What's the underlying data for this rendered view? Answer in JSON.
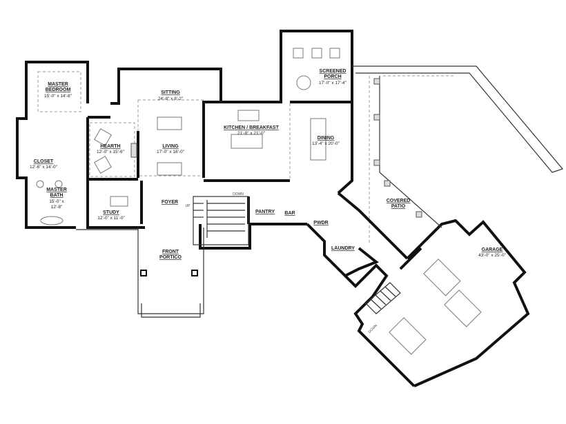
{
  "rooms": {
    "master_bedroom": {
      "name1": "MASTER",
      "name2": "BEDROOM",
      "size": "15'-0\" x 14'-8\""
    },
    "sitting": {
      "name": "SITTING",
      "size": "24'-8\" x 8'-2\""
    },
    "screened_porch": {
      "name1": "SCREENED",
      "name2": "PORCH",
      "size": "17'-0\" x 17'-4\""
    },
    "kitchen": {
      "name": "KITCHEN / BREAKFAST",
      "size": "21'-9\" x 21'-0\""
    },
    "dining": {
      "name": "DINING",
      "size": "13'-4\" x 20'-0\""
    },
    "hearth": {
      "name": "HEARTH",
      "size": "12'-0\" x 15'-6\""
    },
    "living": {
      "name": "LIVING",
      "size": "17'-0\" x 16'-0\""
    },
    "closet": {
      "name": "CLOSET",
      "size": "12'-6\" x 14'-0\""
    },
    "master_bath": {
      "name1": "MASTER",
      "name2": "BATH",
      "size1": "15'-0\" x",
      "size2": "12'-8\""
    },
    "study": {
      "name": "STUDY",
      "size": "12'-0\" x 11'-0\""
    },
    "foyer": {
      "name": "FOYER"
    },
    "pantry": {
      "name": "PANTRY"
    },
    "bar": {
      "name": "BAR"
    },
    "pwdr": {
      "name": "PWDR"
    },
    "laundry": {
      "name": "LAUNDRY"
    },
    "covered_patio": {
      "name1": "COVERED",
      "name2": "PATIO"
    },
    "garage": {
      "name": "GARAGE",
      "size": "43'-0\" x 25'-0\""
    },
    "front_portico": {
      "name1": "FRONT",
      "name2": "PORTICO"
    }
  },
  "stairs": {
    "up": "UP",
    "down": "DOWN",
    "garage_down": "DOWN"
  }
}
